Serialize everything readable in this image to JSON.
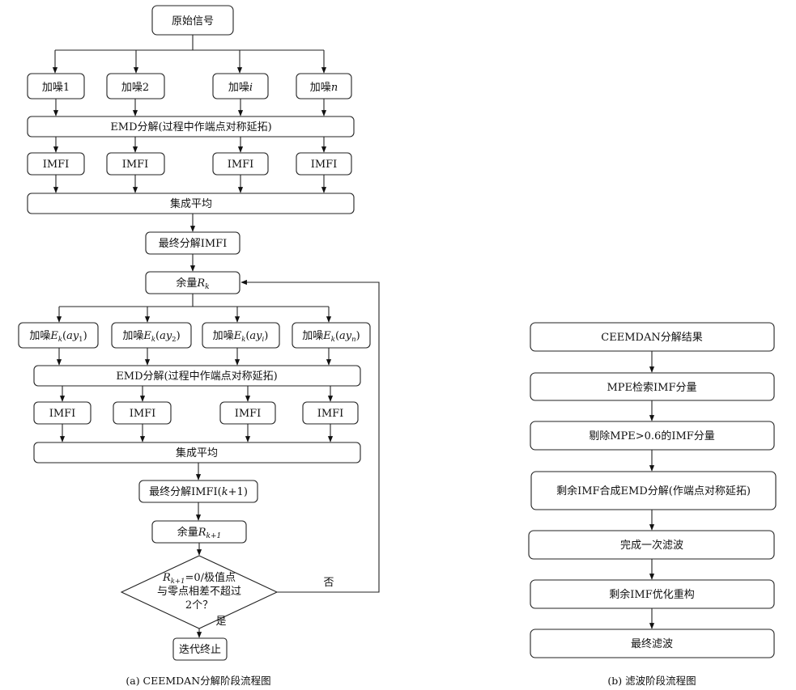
{
  "diagram_a": {
    "caption": "(a) CEEMDAN分解阶段流程图",
    "original_signal": "原始信号",
    "noise_stage1": [
      {
        "base": "加噪",
        "suffix": "1",
        "italic": false
      },
      {
        "base": "加噪",
        "suffix": "2",
        "italic": false
      },
      {
        "base": "加噪",
        "suffix": "i",
        "italic": true
      },
      {
        "base": "加噪",
        "suffix": "n",
        "italic": true
      }
    ],
    "emd1": "EMD分解(过程中作端点对称延拓)",
    "imf1": [
      "IMFI",
      "IMFI",
      "IMFI",
      "IMFI"
    ],
    "avg1": "集成平均",
    "final1": "最终分解IMFI",
    "residual": {
      "base": "余量",
      "var": "R",
      "sub": "k"
    },
    "noise_stage2": [
      {
        "base": "加噪",
        "var": "E",
        "sub": "k",
        "arg": "ay",
        "argsub": "1"
      },
      {
        "base": "加噪",
        "var": "E",
        "sub": "k",
        "arg": "ay",
        "argsub": "2"
      },
      {
        "base": "加噪",
        "var": "E",
        "sub": "k",
        "arg": "ay",
        "argsub": "i"
      },
      {
        "base": "加噪",
        "var": "E",
        "sub": "k",
        "arg": "ay",
        "argsub": "n"
      }
    ],
    "emd2": "EMD分解(过程中作端点对称延拓)",
    "imf2": [
      "IMFI",
      "IMFI",
      "IMFI",
      "IMFI"
    ],
    "avg2": "集成平均",
    "final2": {
      "prefix": "最终分解IMFI(",
      "var": "k",
      "suffix": "+1)"
    },
    "residual2": {
      "base": "余量",
      "var": "R",
      "sub": "k+1"
    },
    "decision": {
      "line1_var": "R",
      "line1_sub": "k+1",
      "line1_rest": "=0/极值点",
      "line2": "与零点相差不超过",
      "line3": "2个？",
      "no_label": "否",
      "yes_label": "是"
    },
    "terminate": "迭代终止"
  },
  "diagram_b": {
    "caption": "(b) 滤波阶段流程图",
    "steps": [
      "CEEMDAN分解结果",
      "MPE检索IMF分量",
      "剔除MPE>0.6的IMF分量",
      "剩余IMF合成EMD分解(作端点对称延拓)",
      "完成一次滤波",
      "剩余IMF优化重构",
      "最终滤波"
    ]
  }
}
